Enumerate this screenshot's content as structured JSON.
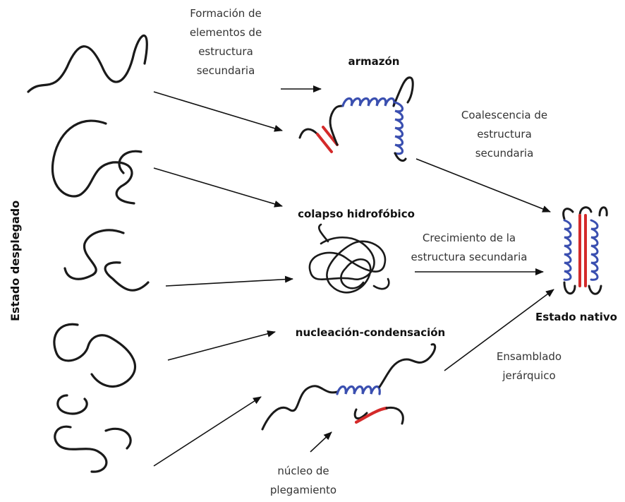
{
  "side_label": "Estado desplegado",
  "labels": {
    "formacion": [
      "Formación de",
      "elementos de",
      "estructura",
      "secundaria"
    ],
    "armazon": "armazón",
    "coalescencia": [
      "Coalescencia de",
      "estructura",
      "secundaria"
    ],
    "colapso": "colapso hidrofóbico",
    "crecimiento": [
      "Crecimiento de la",
      "estructura secundaria"
    ],
    "estado_nativo": "Estado nativo",
    "nucleacion": "nucleación-condensación",
    "ensamblado": [
      "Ensamblado",
      "jerárquico"
    ],
    "nucleo": [
      "núcleo de",
      "plegamiento"
    ]
  },
  "colors": {
    "helix": "#3a4fb0",
    "strand": "#d42a2a",
    "chain": "#1a1a1a"
  }
}
